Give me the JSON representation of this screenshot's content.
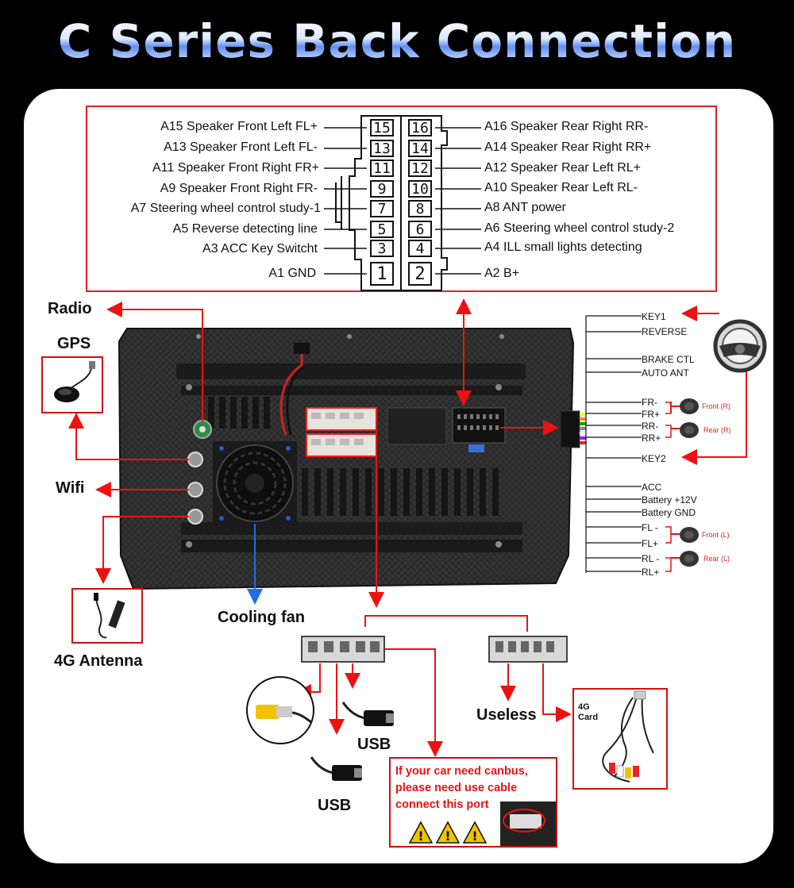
{
  "title": "C Series Back Connection",
  "pin_left_labels": [
    "A15 Speaker Front Left FL+",
    "A13 Speaker Front Left FL-",
    "A11 Speaker Front Right FR+",
    "A9 Speaker Front Right FR-",
    "A7 Steering wheel control study-1",
    "A5 Reverse detecting line",
    "A3 ACC Key Switcht",
    "A1 GND"
  ],
  "pin_right_labels": [
    "A16 Speaker Rear Right RR-",
    "A14 Speaker Rear Right RR+",
    "A12 Speaker Rear Left RL+",
    "A10 Speaker Rear Left RL-",
    "A8 ANT power",
    "A6 Steering wheel control study-2",
    "A4 ILL small lights detecting",
    "A2 B+"
  ],
  "pin_numbers_left": [
    "15",
    "13",
    "11",
    "9",
    "7",
    "5",
    "3",
    "1"
  ],
  "pin_numbers_right": [
    "16",
    "14",
    "12",
    "10",
    "8",
    "6",
    "4",
    "2"
  ],
  "side_labels": {
    "radio": "Radio",
    "gps": "GPS",
    "wifi": "Wifi",
    "antenna_4g": "4G Antenna",
    "cooling_fan": "Cooling fan",
    "usb_1": "USB",
    "usb_2": "USB",
    "useless": "Useless",
    "card_4g_line1": "4G",
    "card_4g_line2": "Card"
  },
  "wire_labels": {
    "key1": "KEY1",
    "reverse": "REVERSE",
    "brake": "BRAKE CTL",
    "auto_ant": "AUTO ANT",
    "fr_minus": "FR-",
    "fr_plus": "FR+",
    "rr_minus": "RR-",
    "rr_plus": "RR+",
    "key2": "KEY2",
    "acc": "ACC",
    "battery_12v": "Battery +12V",
    "battery_gnd": "Battery GND",
    "fl_minus": "FL -",
    "fl_plus": "FL+",
    "rl_minus": "RL -",
    "rl_plus": "RL+"
  },
  "speaker_labels": {
    "front_r": "Front (R)",
    "rear_r": "Rear (R)",
    "front_l": "Front (L)",
    "rear_l": "Rear (L)"
  },
  "canbus_text": [
    "If your car need canbus,",
    "please need use cable",
    "connect this port"
  ],
  "colors": {
    "accent_red": "#d22222",
    "title_blue": "#5e8ff2",
    "fan_blue": "#1f6fe0",
    "warning_yellow": "#f2c200"
  }
}
